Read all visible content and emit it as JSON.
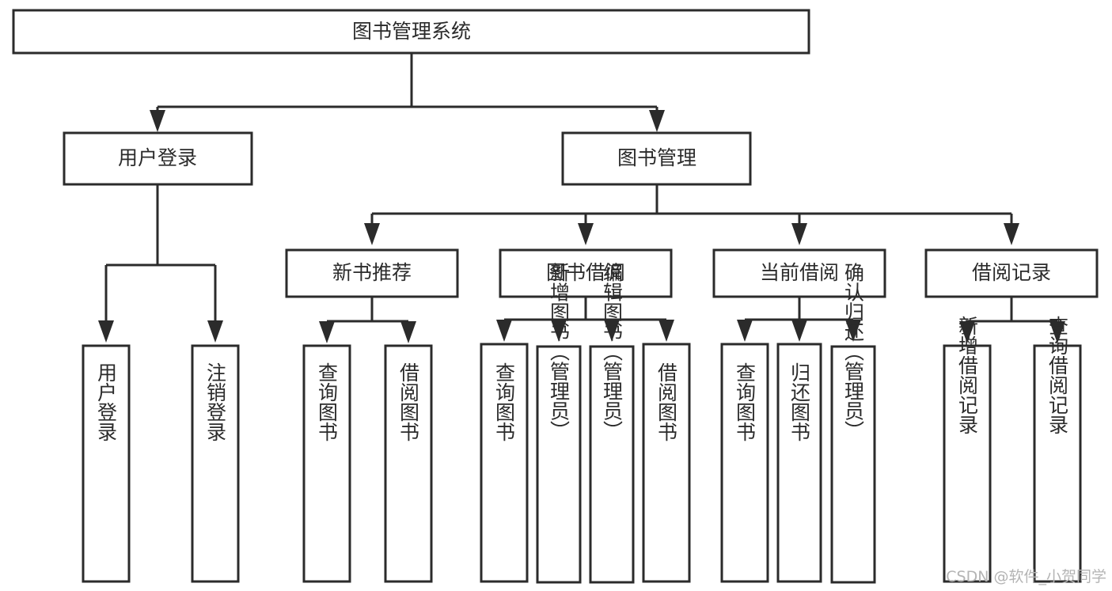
{
  "diagram": {
    "type": "tree",
    "title": "图书管理系统",
    "orientation": "top-down",
    "colors": {
      "stroke": "#2b2b2b",
      "fill": "#ffffff",
      "background": "#ffffff",
      "watermark": "#b4b4b4"
    },
    "watermark": "CSDN @软件_小贺同学",
    "nodes": {
      "root": {
        "label": "图书管理系统"
      },
      "level2": [
        {
          "id": "user-login",
          "label": "用户登录"
        },
        {
          "id": "book-management",
          "label": "图书管理"
        }
      ],
      "level3": [
        {
          "id": "new-book-recommend",
          "label": "新书推荐"
        },
        {
          "id": "book-borrow",
          "label": "图书借阅"
        },
        {
          "id": "current-borrow",
          "label": "当前借阅"
        },
        {
          "id": "borrow-record",
          "label": "借阅记录"
        }
      ],
      "leaves": {
        "user-login": [
          {
            "id": "leaf-user-login",
            "label": "用户登录"
          },
          {
            "id": "leaf-logout",
            "label": "注销登录"
          }
        ],
        "new-book-recommend": [
          {
            "id": "leaf-query-book-1",
            "label": "查询图书"
          },
          {
            "id": "leaf-borrow-book-1",
            "label": "借阅图书"
          }
        ],
        "book-borrow": [
          {
            "id": "leaf-query-book-2",
            "label": "查询图书"
          },
          {
            "id": "leaf-add-book",
            "label": "新增图书（管理员）"
          },
          {
            "id": "leaf-edit-book",
            "label": "编辑图书（管理员）"
          },
          {
            "id": "leaf-borrow-book-2",
            "label": "借阅图书"
          }
        ],
        "current-borrow": [
          {
            "id": "leaf-query-book-3",
            "label": "查询图书"
          },
          {
            "id": "leaf-return-book",
            "label": "归还图书"
          },
          {
            "id": "leaf-confirm-return",
            "label": "确认归还（管理员）"
          }
        ],
        "borrow-record": [
          {
            "id": "leaf-add-record",
            "label": "新增借阅记录"
          },
          {
            "id": "leaf-query-record",
            "label": "查询借阅记录"
          }
        ]
      }
    }
  }
}
